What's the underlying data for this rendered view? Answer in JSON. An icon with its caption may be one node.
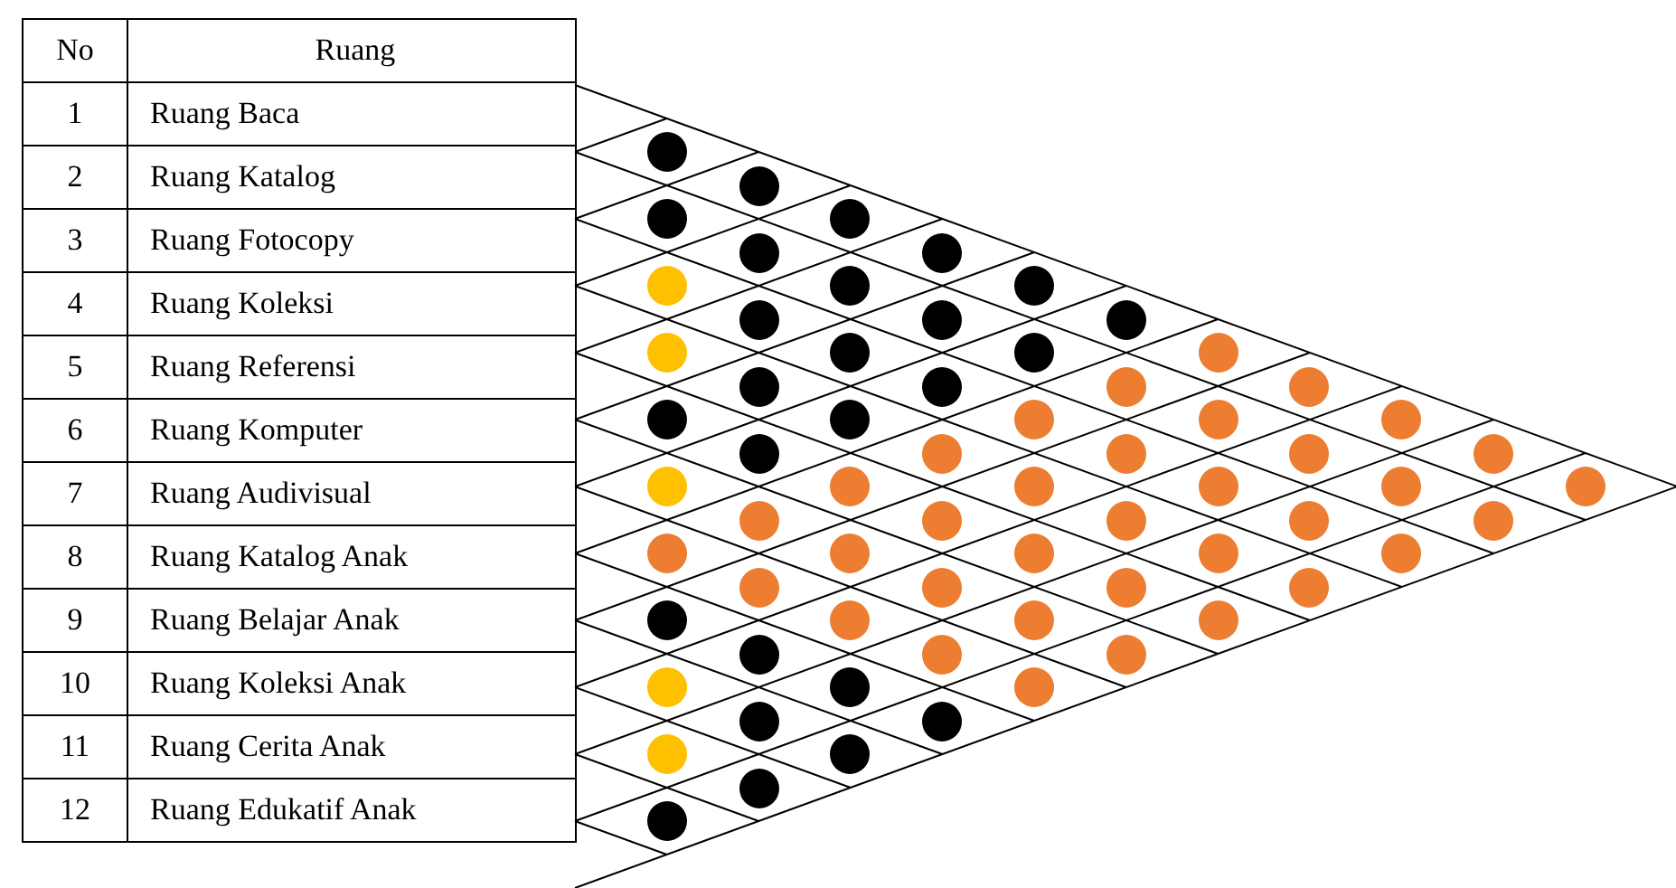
{
  "diagram": {
    "nodes": [
      {
        "text": [],
        "shape": "circle"
      },
      {
        "text": [],
        "shape": "circle"
      },
      {
        "text": [],
        "shape": "circle"
      },
      {
        "text": [],
        "shape": "circle"
      },
      {
        "text": [],
        "shape": "circle"
      },
      {
        "text": [],
        "shape": "circle"
      },
      {
        "text": [],
        "shape": "circle"
      },
      {
        "text": [],
        "shape": "circle"
      },
      {
        "text": [],
        "shape": "circle"
      },
      {
        "text": [],
        "shape": "circle"
      },
      {
        "text": [],
        "shape": "circle"
      },
      {
        "text": [],
        "shape": "circle"
      },
      {
        "text": [],
        "shape": "circle"
      },
      {
        "text": [],
        "shape": "circle"
      },
      {
        "text": [],
        "shape": "circle"
      },
      {
        "text": [],
        "shape": "circle"
      },
      {
        "text": [],
        "shape": "circle"
      },
      {
        "text": [],
        "shape": "circle"
      },
      {
        "text": [],
        "shape": "circle"
      },
      {
        "text": [],
        "shape": "circle"
      },
      {
        "text": [],
        "shape": "circle"
      },
      {
        "text": [],
        "shape": "circle"
      },
      {
        "text": [],
        "shape": "circle"
      },
      {
        "text": [],
        "shape": "circle"
      },
      {
        "text": [],
        "shape": "circle"
      },
      {
        "text": [],
        "shape": "circle"
      },
      {
        "text": [],
        "shape": "circle"
      },
      {
        "text": [],
        "shape": "circle"
      },
      {
        "text": [],
        "shape": "circle"
      },
      {
        "text": [],
        "shape": "circle"
      },
      {
        "text": [],
        "shape": "circle"
      },
      {
        "text": [],
        "shape": "circle"
      },
      {
        "text": [],
        "shape": "circle"
      },
      {
        "text": [],
        "shape": "circle"
      },
      {
        "text": [],
        "shape": "circle"
      },
      {
        "text": [],
        "shape": "circle"
      },
      {
        "text": [],
        "shape": "circle"
      },
      {
        "text": [],
        "shape": "circle"
      },
      {
        "text": [],
        "shape": "circle"
      },
      {
        "text": [],
        "shape": "circle"
      },
      {
        "text": [],
        "shape": "circle"
      },
      {
        "text": [],
        "shape": "circle"
      },
      {
        "text": [],
        "shape": "circle"
      },
      {
        "text": [],
        "shape": "circle"
      },
      {
        "text": [],
        "shape": "circle"
      },
      {
        "text": [],
        "shape": "circle"
      },
      {
        "text": [],
        "shape": "circle"
      },
      {
        "text": [],
        "shape": "circle"
      },
      {
        "text": [],
        "shape": "circle"
      },
      {
        "text": [],
        "shape": "circle"
      },
      {
        "text": [],
        "shape": "circle"
      },
      {
        "text": [],
        "shape": "circle"
      },
      {
        "text": [],
        "shape": "circle"
      },
      {
        "text": [],
        "shape": "circle"
      },
      {
        "text": [],
        "shape": "circle"
      },
      {
        "text": [],
        "shape": "circle"
      },
      {
        "text": [],
        "shape": "circle"
      },
      {
        "text": [],
        "shape": "circle"
      },
      {
        "text": [],
        "shape": "circle"
      },
      {
        "text": [],
        "shape": "circle"
      },
      {
        "text": [],
        "shape": "circle"
      },
      {
        "text": [],
        "shape": "circle"
      },
      {
        "text": [],
        "shape": "circle"
      },
      {
        "text": [],
        "shape": "circle"
      },
      {
        "text": [],
        "shape": "circle"
      },
      {
        "text": [],
        "shape": "circle"
      }
    ],
    "labels": [
      "No",
      "Ruang",
      "1",
      "Ruang Baca",
      "2",
      "Ruang Katalog",
      "3",
      "Ruang Fotocopy",
      "4",
      "Ruang Koleksi",
      "5",
      "Ruang Referensi",
      "6",
      "Ruang Komputer",
      "7",
      "Ruang Audivisual",
      "8",
      "Ruang Katalog Anak",
      "9",
      "Ruang Belajar Anak",
      "10",
      "Ruang Koleksi Anak",
      "11",
      "Ruang Cerita Anak",
      "12",
      "Ruang Edukatif Anak"
    ]
  }
}
